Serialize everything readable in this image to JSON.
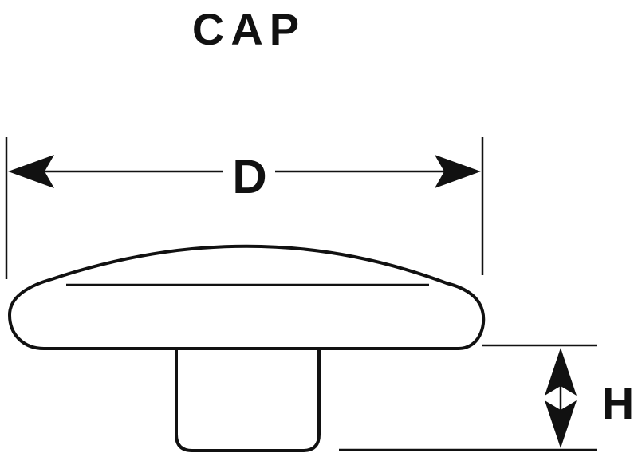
{
  "title": "CAP",
  "dimensions": {
    "diameter_label": "D",
    "height_label": "H"
  },
  "colors": {
    "line": "#111111",
    "background": "#ffffff"
  }
}
